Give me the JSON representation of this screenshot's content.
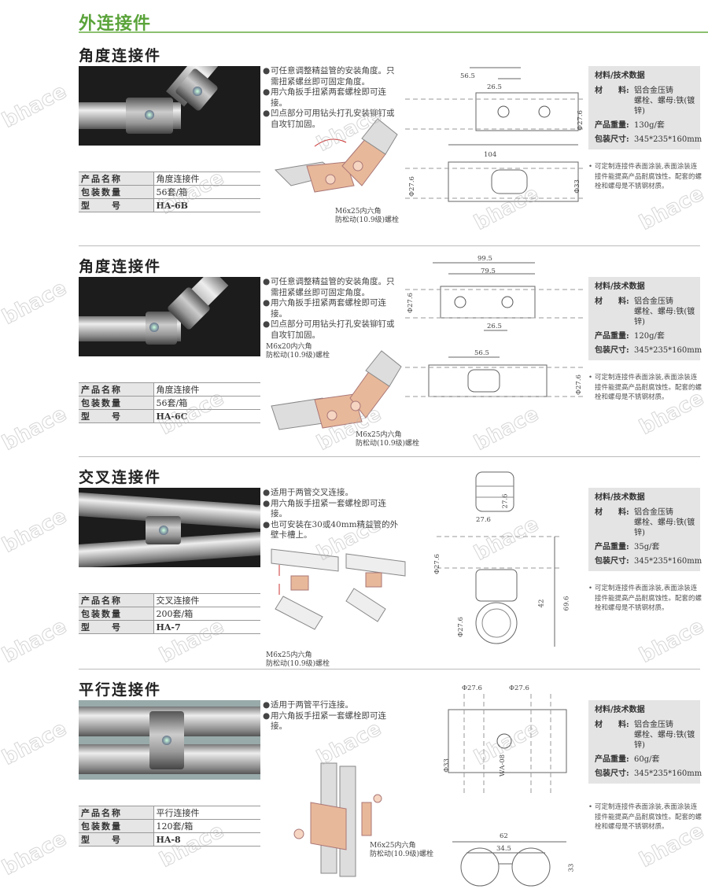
{
  "page": {
    "title": "外连接件",
    "watermark": "bhace"
  },
  "colors": {
    "accent": "#5aa33a",
    "copper": "#e8b89a",
    "spec_bg": "#e4e4e4"
  },
  "spec_labels": {
    "header": "材料/技术数据",
    "material": "材　　料:",
    "weight": "产品重量:",
    "size": "包装尺寸:"
  },
  "table_labels": {
    "name": "产品名称",
    "qty": "包装数量",
    "model": "型　　号"
  },
  "sections": [
    {
      "title": "角度连接件",
      "bullets": [
        "可任意调整精益管的安装角度。只需扭紧螺丝即可固定角度。",
        "用六角扳手扭紧两套螺栓即可连接。",
        "凹点部分可用钻头打孔安装铆钉或自攻钉加固。"
      ],
      "table": {
        "name": "角度连接件",
        "qty": "56套/箱",
        "model": "HA-6B"
      },
      "spec": {
        "material_1": "铝合金压铸",
        "material_2": "螺栓、螺母:铁(镀锌)",
        "weight": "130g/套",
        "size": "345*235*160mm"
      },
      "note": "可定制连接件表面涂装,表面涂装连接件能提高产品耐腐蚀性。配套的螺栓和螺母是不锈钢材质。",
      "callouts": [
        "M6x25内六角\n防松动(10.9级)螺栓"
      ],
      "dims": [
        "56.5",
        "26.5",
        "Φ27.6",
        "104",
        "Φ27.6",
        "Φ33"
      ]
    },
    {
      "title": "角度连接件",
      "bullets": [
        "可任意调整精益管的安装角度。只需扭紧螺丝即可固定角度。",
        "用六角扳手扭紧两套螺栓即可连接。",
        "凹点部分可用钻头打孔安装铆钉或自攻钉加固。"
      ],
      "table": {
        "name": "角度连接件",
        "qty": "56套/箱",
        "model": "HA-6C"
      },
      "spec": {
        "material_1": "铝合金压铸",
        "material_2": "螺栓、螺母:铁(镀锌)",
        "weight": "120g/套",
        "size": "345*235*160mm"
      },
      "note": "可定制连接件表面涂装,表面涂装连接件能提高产品耐腐蚀性。配套的螺栓和螺母是不锈钢材质。",
      "callouts": [
        "M6x20内六角\n防松动(10.9级)螺栓",
        "M6x25内六角\n防松动(10.9级)螺栓"
      ],
      "dims": [
        "99.5",
        "79.5",
        "Φ27.6",
        "26.5",
        "56.5",
        "Φ27.6"
      ]
    },
    {
      "title": "交叉连接件",
      "bullets": [
        "适用于两管交叉连接。",
        "用六角扳手扭紧一套螺栓即可连接。",
        "也可安装在30或40mm精益管的外壁卡槽上。"
      ],
      "table": {
        "name": "交叉连接件",
        "qty": "200套/箱",
        "model": "HA-7"
      },
      "spec": {
        "material_1": "铝合金压铸",
        "material_2": "螺栓、螺母:铁(镀锌)",
        "weight": "35g/套",
        "size": "345*235*160mm"
      },
      "note": "可定制连接件表面涂装,表面涂装连接件能提高产品耐腐蚀性。配套的螺栓和螺母是不锈钢材质。",
      "callouts": [
        "M6x25内六角\n防松动(10.9级)螺栓"
      ],
      "dims": [
        "27.6",
        "27.6",
        "Φ27.6",
        "42",
        "69.6",
        "Φ27.6"
      ]
    },
    {
      "title": "平行连接件",
      "bullets": [
        "适用于两管平行连接。",
        "用六角扳手扭紧一套螺栓即可连接。"
      ],
      "table": {
        "name": "平行连接件",
        "qty": "120套/箱",
        "model": "HA-8"
      },
      "spec": {
        "material_1": "铝合金压铸",
        "material_2": "螺栓、螺母:铁(镀锌)",
        "weight": "60g/套",
        "size": "345*235*160mm"
      },
      "note": "可定制连接件表面涂装,表面涂装连接件能提高产品耐腐蚀性。配套的螺栓和螺母是不锈钢材质。",
      "callouts": [
        "M6x25内六角\n防松动(10.9级)螺栓"
      ],
      "dims": [
        "Φ27.6",
        "Φ27.6",
        "Φ33",
        "WA-08",
        "62",
        "34.5",
        "33"
      ]
    }
  ]
}
